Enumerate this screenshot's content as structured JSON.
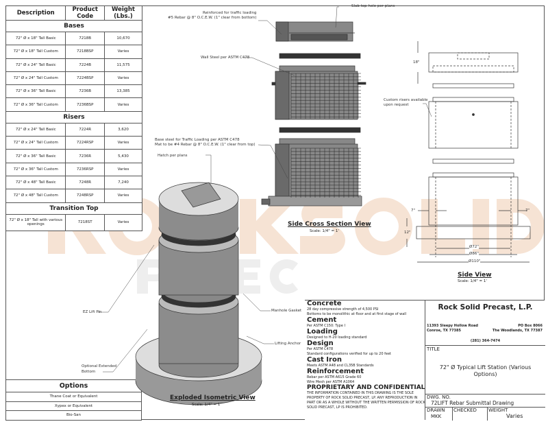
{
  "watermark": {
    "line1": "ROCK SOLID",
    "line2": "PRECAST"
  },
  "spec_table": {
    "headers": [
      "Description",
      "Product Code",
      "Weight (Lbs.)"
    ],
    "sections": [
      {
        "title": "Bases",
        "rows": [
          [
            "72\" Ø x 18\" Tall Basic",
            "7218B",
            "10,670"
          ],
          [
            "72\" Ø x 18\" Tall Custom",
            "7218BSP",
            "Varies"
          ],
          [
            "72\" Ø x 24\" Tall Basic",
            "7224B",
            "11,575"
          ],
          [
            "72\" Ø x 24\" Tall Custom",
            "7224BSP",
            "Varies"
          ],
          [
            "72\" Ø x 36\" Tall Basic",
            "7236B",
            "13,385"
          ],
          [
            "72\" Ø x 36\" Tall Custom",
            "7236BSP",
            "Varies"
          ]
        ]
      },
      {
        "title": "Risers",
        "rows": [
          [
            "72\" Ø x 24\" Tall Basic",
            "7224R",
            "3,620"
          ],
          [
            "72\" Ø x 24\" Tall Custom",
            "7224RSP",
            "Varies"
          ],
          [
            "72\" Ø x 36\" Tall Basic",
            "7236R",
            "5,430"
          ],
          [
            "72\" Ø x 36\" Tall Custom",
            "7236RSP",
            "Varies"
          ],
          [
            "72\" Ø x 48\" Tall Basic",
            "7248R",
            "7,240"
          ],
          [
            "72\" Ø x 48\" Tall Custom",
            "7248RSP",
            "Varies"
          ]
        ]
      },
      {
        "title": "Transition Top",
        "rows": [
          [
            "72\" Ø x 18\" Tall with various openings",
            "7218ST",
            "Varies"
          ]
        ]
      }
    ]
  },
  "options": {
    "title": "Options",
    "items": [
      "Thane Coat or Equivalent",
      "Xypex or Equivalent",
      "Bio-San"
    ]
  },
  "section_view": {
    "title": "Side Cross Section View",
    "scale": "Scale: 1/4\" = 1'",
    "callouts": {
      "top": "Reinforced for traffic loading\n#5 Rebar @ 8\" O.C.E.W. (1\" clear from bottom)",
      "slab": "Slab top hole per plans",
      "wall": "Wall Steel per ASTM C478",
      "base": "Base steel for Traffic Loading per ASTM C478\nMat to be #4 Rebar @ 8\" O.C.E.W. (1\" clear from top)"
    }
  },
  "side_view": {
    "title": "Side View",
    "scale": "Scale: 1/4\" = 1'",
    "custom_risers": "Custom risers available\nupon request",
    "dims": {
      "top_height": "18\"",
      "base_height": "12\"",
      "left_offset": "7\"",
      "right_offset": "7\"",
      "d1": "Ø72\"",
      "d2": "Ø86\"",
      "d3": "Ø110\""
    }
  },
  "iso_view": {
    "title": "Exploded Isometric View",
    "scale": "Scale: 1/4\" = 1'",
    "callouts": {
      "hatch": "Hatch per plans",
      "pin": "EZ Lift Pin",
      "gasket": "Manhole Gasket",
      "anchor": "Lifting Anchor",
      "bottom": "Optional Extended\nBottom"
    }
  },
  "notes": [
    {
      "h": "Concrete",
      "lines": [
        "28 day compressive strength of 4,500 PSI",
        "Bottoms to be monolithic at floor and at first stage of wall"
      ]
    },
    {
      "h": "Cement",
      "lines": [
        "Per ASTM C150: Type I"
      ]
    },
    {
      "h": "Loading",
      "lines": [
        "Designed to H-20 loading standard"
      ]
    },
    {
      "h": "Design",
      "lines": [
        "Per ASTM C478",
        "Standard configurations verified for up to 20 feet"
      ]
    },
    {
      "h": "Cast Iron",
      "lines": [
        "Meets ASTM A48 and CL35B Standards"
      ]
    },
    {
      "h": "Reinforcement",
      "lines": [
        "Rebar per ASTM A615 Grade 60",
        "Wire Mesh per ASTM A1064"
      ]
    },
    {
      "h": "PROPRIETARY AND CONFIDENTIAL",
      "lines": [
        "THE INFORMATION CONTAINED IN THIS DRAWING IS THE SOLE PROPERTY OF ROCK SOLID PRECAST, LP.  ANY REPRODUCTION IN PART OR AS A WHOLE WITHOUT THE WRITTEN PERMISSION OF ROCK SOLID PRECAST, LP IS PROHIBITED."
      ]
    }
  ],
  "title_block": {
    "company": "Rock Solid Precast, L.P.",
    "addr1_l1": "11393 Sleepy Hollow Road",
    "addr1_l2": "Conroe, TX 77385",
    "addr2_l1": "PO Box 8066",
    "addr2_l2": "The Woodlands, TX 77387",
    "phone": "(281) 364-7474",
    "title_label": "TITLE",
    "title": "72\" Ø Typical Lift Station (Various Options)",
    "dwg_label": "DWG. NO.",
    "dwg": "72LIFT Rebar Submittal Drawing",
    "drawn_label": "DRAWN",
    "drawn": "MKK",
    "checked_label": "CHECKED",
    "checked": "",
    "weight_label": "WEIGHT",
    "weight": "Varies"
  }
}
